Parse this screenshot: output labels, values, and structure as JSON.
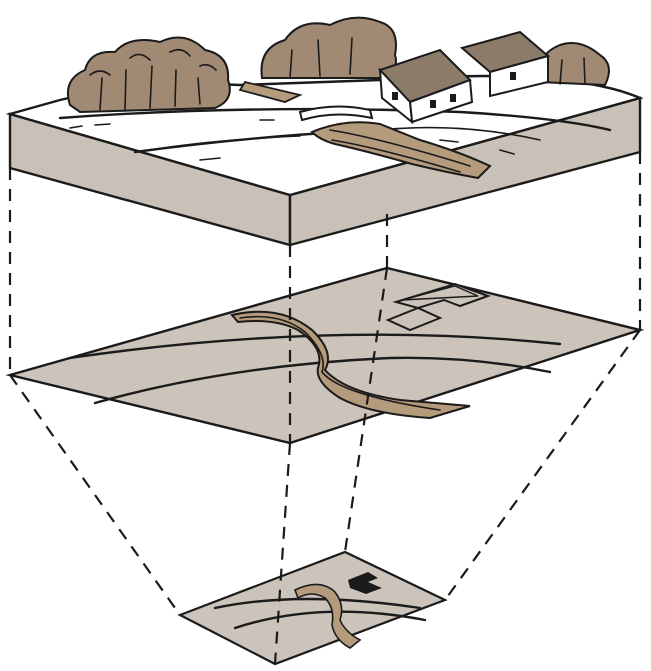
{
  "colors": {
    "background": "#ffffff",
    "layer_fill": "#cbc3ba",
    "soil_side": "#c9c1b7",
    "road_fill": "#b49b7c",
    "map_fill": "#ccc4bb",
    "roof": "#8d7b69",
    "foliage": "#a08a73",
    "ink": "#1b1b1b"
  },
  "icons": {
    "trees": "tree-cluster",
    "farmhouse": "farmhouse-buildings",
    "road": "dirt-road",
    "projection": "dashed-projection-lines"
  }
}
